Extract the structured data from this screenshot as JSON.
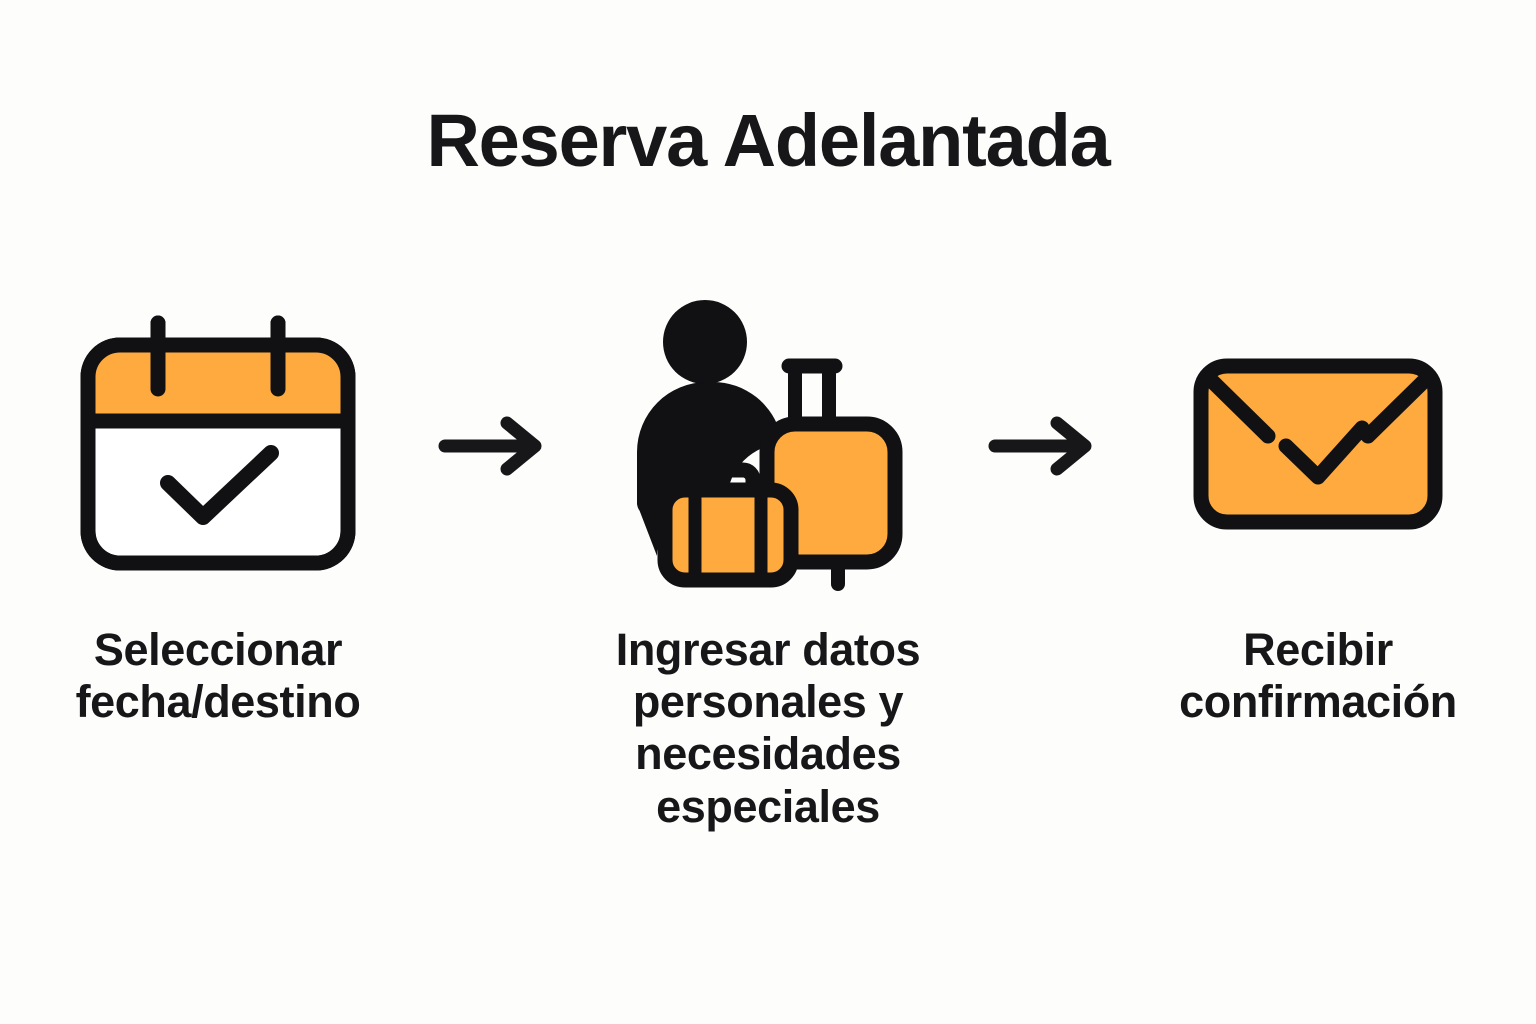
{
  "page": {
    "title": "Reserva Adelantada",
    "background_color": "#FDFDFB",
    "accent_color": "#FFAA3E",
    "ink_color": "#17171A",
    "type": "process-flow",
    "step_count": 3
  },
  "steps": [
    {
      "index": 1,
      "icon": "calendar-check-icon",
      "caption": "Seleccionar\nfecha/destino",
      "caption_lines": [
        "Seleccionar",
        "fecha/destino"
      ]
    },
    {
      "index": 2,
      "icon": "traveler-luggage-icon",
      "caption": "Ingresar datos\npersonales y\nnecesidades\nespeciales",
      "caption_lines": [
        "Ingresar datos",
        "personales y",
        "necesidades",
        "especiales"
      ]
    },
    {
      "index": 3,
      "icon": "envelope-check-icon",
      "caption": "Recibir\nconfirmación",
      "caption_lines": [
        "Recibir",
        "confirmación"
      ]
    }
  ],
  "connectors": [
    {
      "index": 1,
      "icon": "arrow-right-icon",
      "from_step": 1,
      "to_step": 2
    },
    {
      "index": 2,
      "icon": "arrow-right-icon",
      "from_step": 2,
      "to_step": 3
    }
  ]
}
